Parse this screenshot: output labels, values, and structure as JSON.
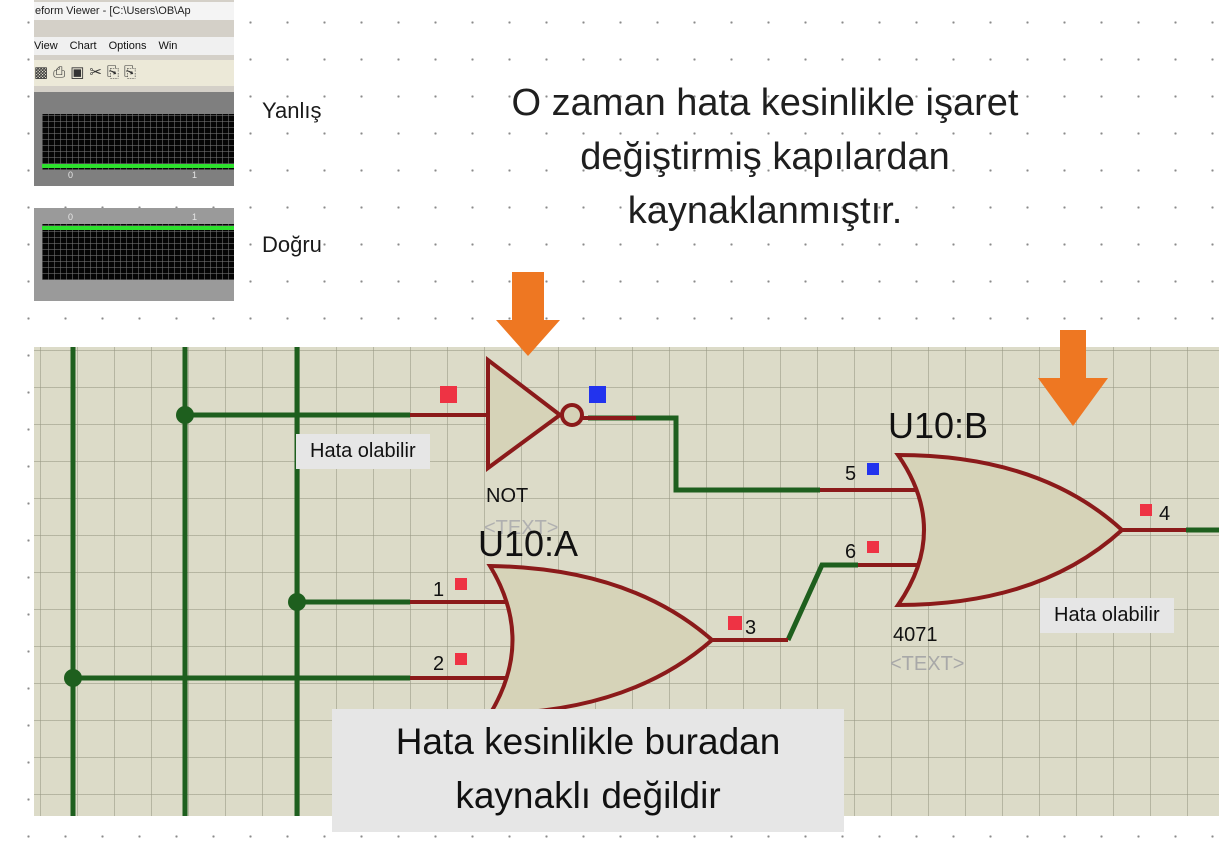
{
  "waveform_viewer": {
    "title": "eform Viewer - [C:\\Users\\OB\\Ap",
    "menu": [
      "View",
      "Chart",
      "Options",
      "Win"
    ],
    "toolbar_icons": [
      "save-icon",
      "print-icon",
      "image-icon",
      "cut-icon",
      "copy-icon",
      "paste-icon"
    ],
    "plot1_ticks": [
      "0",
      "1"
    ],
    "plot2_ticks": [
      "0",
      "1"
    ],
    "trace_color": "#2ee02e"
  },
  "labels": {
    "wrong": "Yanlış",
    "correct": "Doğru"
  },
  "headline": {
    "line1": "O zaman hata kesinlikle işaret",
    "line2": "değiştirmiş kapılardan",
    "line3": "kaynaklanmıştır."
  },
  "schematic": {
    "not_gate_type": "NOT",
    "not_gate_ref_faded": "<TEXT>",
    "u10a_label": "U10:A",
    "u10b_label": "U10:B",
    "u10b_part": "4071",
    "u10b_text": "<TEXT>",
    "pins": [
      "1",
      "2",
      "3",
      "4",
      "5",
      "6"
    ],
    "wire_color": "#1e5f1e",
    "gate_outline_color": "#8b1a1a",
    "gate_fill_color": "#d6d3b8",
    "pin_marker_high": "#ee3344",
    "pin_marker_low": "#2233ee",
    "arrow_color": "#ee7722"
  },
  "callouts": {
    "not_gate": "Hata olabilir",
    "or_gate": "Hata olabilir",
    "main_line1": "Hata  kesinlikle buradan",
    "main_line2": "kaynaklı değildir"
  }
}
